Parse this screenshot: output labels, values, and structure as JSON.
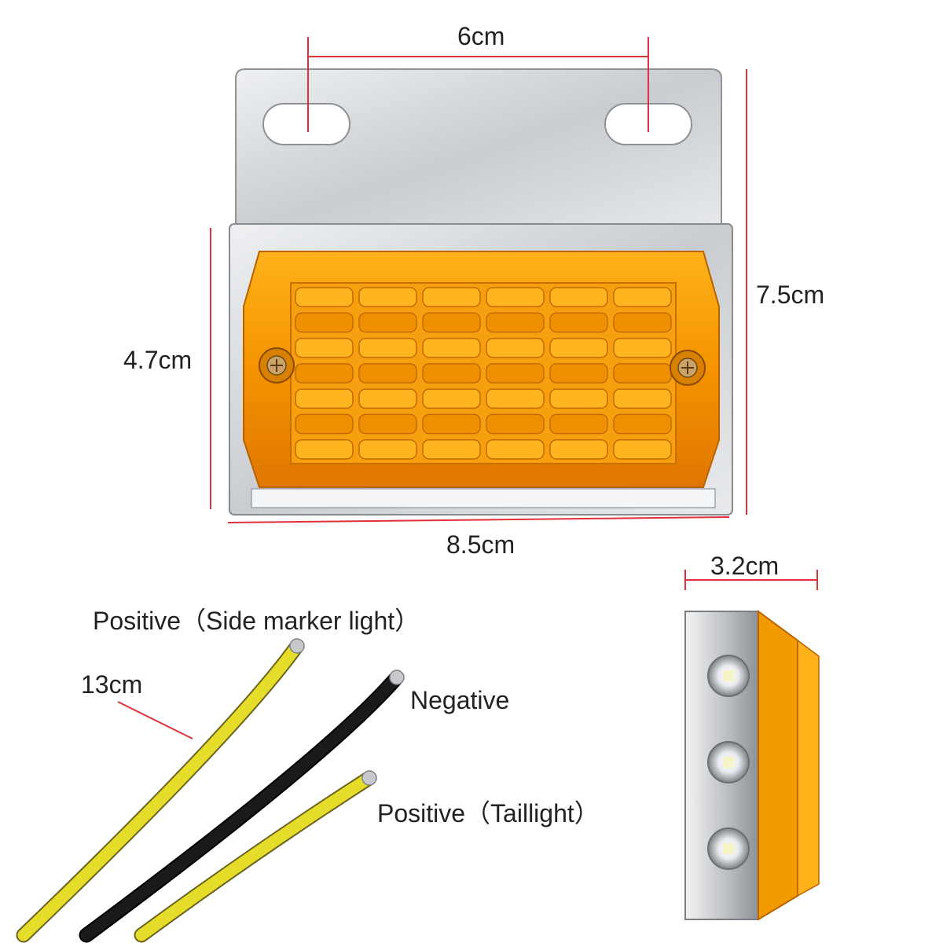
{
  "dimensions": {
    "top_width": "6cm",
    "total_height": "7.5cm",
    "lens_height": "4.7cm",
    "total_width": "8.5cm",
    "depth": "3.2cm",
    "wire_length": "13cm"
  },
  "wires": {
    "positive_side": "Positive（Side marker light）",
    "negative": "Negative",
    "positive_tail": "Positive（Taillight）"
  },
  "colors": {
    "amber": "#f0a000",
    "amber_dark": "#c76a00",
    "chrome": "#d9dcdf",
    "wire_yellow": "#e6dc2a",
    "wire_black": "#1a1a1a",
    "dimension_line": "#e0303a"
  }
}
